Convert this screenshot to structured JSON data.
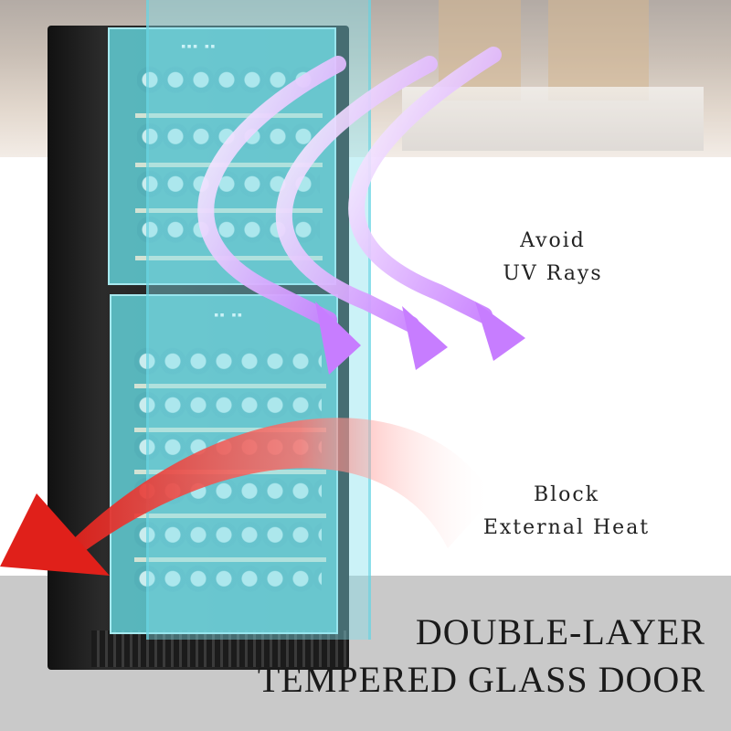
{
  "callouts": {
    "uv_line1": "Avoid",
    "uv_line2": "UV Rays",
    "heat_line1": "Block",
    "heat_line2": "External Heat"
  },
  "headline": {
    "line1": "DOUBLE-LAYER",
    "line2": "TEMPERED GLASS DOOR"
  },
  "colors": {
    "glass": "#66dee6",
    "uv_arrow": "#c77dff",
    "heat_arrow": "#e0201a",
    "floor": "#c9c9c9"
  },
  "icons": {
    "uv_arrows": "curved-arrow-icon",
    "heat_arrow": "curved-arrow-icon"
  }
}
